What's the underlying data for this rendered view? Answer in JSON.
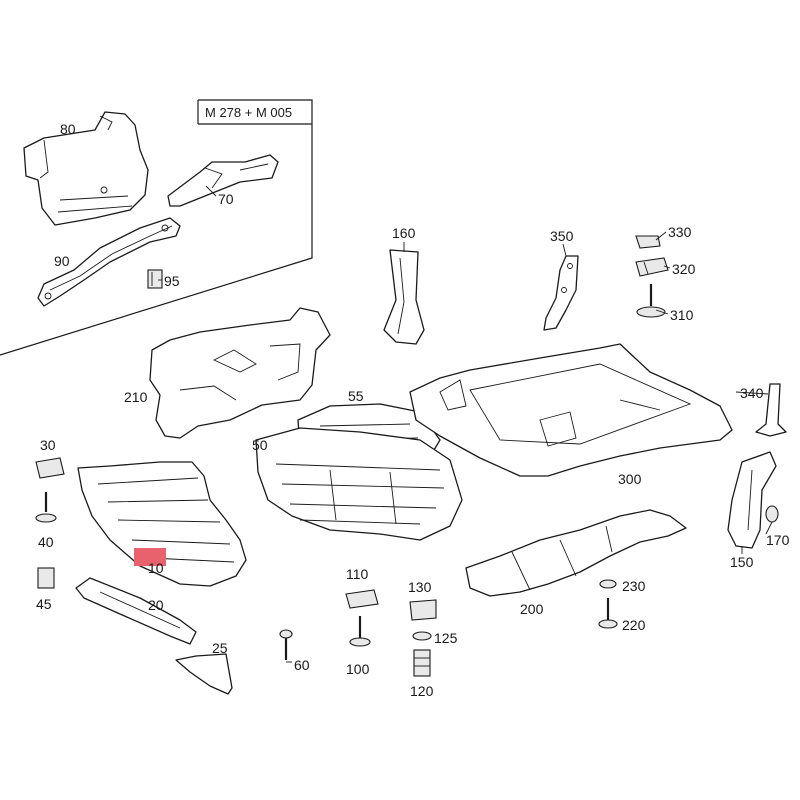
{
  "inset": {
    "title": "M 278 + M 005"
  },
  "callouts": {
    "p10": "10",
    "p20": "20",
    "p25": "25",
    "p30": "30",
    "p40": "40",
    "p45": "45",
    "p50": "50",
    "p55": "55",
    "p60": "60",
    "p70": "70",
    "p80": "80",
    "p90": "90",
    "p95": "95",
    "p100": "100",
    "p110": "110",
    "p120": "120",
    "p125": "125",
    "p130": "130",
    "p150": "150",
    "p160": "160",
    "p170": "170",
    "p200": "200",
    "p210": "210",
    "p220": "220",
    "p230": "230",
    "p300": "300",
    "p310": "310",
    "p320": "320",
    "p330": "330",
    "p340": "340",
    "p350": "350"
  },
  "colors": {
    "highlight": "#e8626d",
    "ink": "#1a1a1a"
  }
}
